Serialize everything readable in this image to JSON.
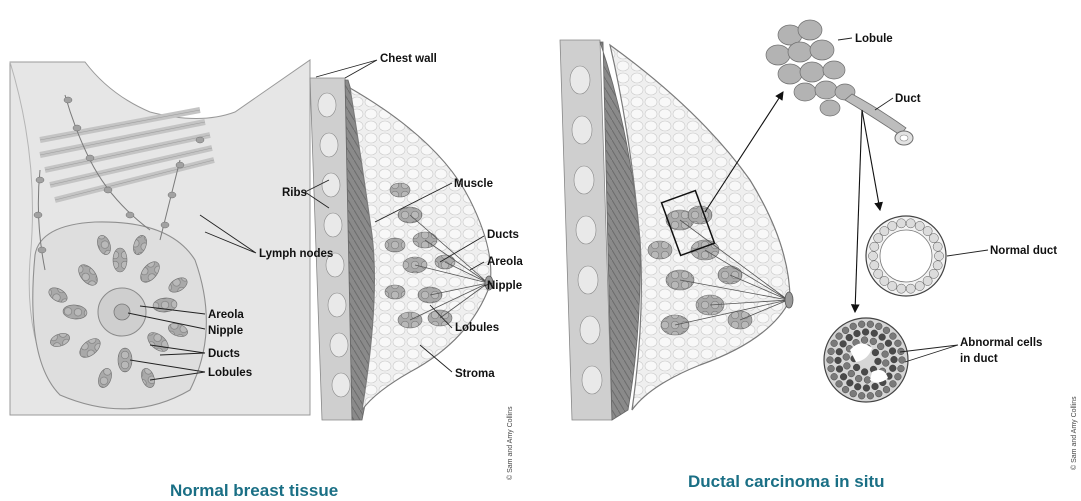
{
  "panels": {
    "normal": {
      "caption": "Normal breast tissue",
      "credit": "© Sam and Amy Collins",
      "labels": {
        "chest_wall": "Chest wall",
        "ribs": "Ribs",
        "muscle": "Muscle",
        "lymph_nodes": "Lymph nodes",
        "ducts_side": "Ducts",
        "areola_side": "Areola",
        "nipple_side": "Nipple",
        "lobules_side": "Lobules",
        "stroma": "Stroma",
        "areola_front": "Areola",
        "nipple_front": "Nipple",
        "ducts_front": "Ducts",
        "lobules_front": "Lobules"
      }
    },
    "dcis": {
      "caption": "Ductal carcinoma in situ",
      "credit": "© Sam and Amy Collins",
      "labels": {
        "lobule": "Lobule",
        "duct": "Duct",
        "normal_duct": "Normal duct",
        "abnormal_line1": "Abnormal cells",
        "abnormal_line2": "in duct"
      }
    }
  },
  "colors": {
    "caption": "#1a6f85",
    "tissue": "#e4e4e4",
    "lobule": "#9a9a9a",
    "muscle": "#7d7d7d",
    "abnormal_cell": "#555555"
  }
}
